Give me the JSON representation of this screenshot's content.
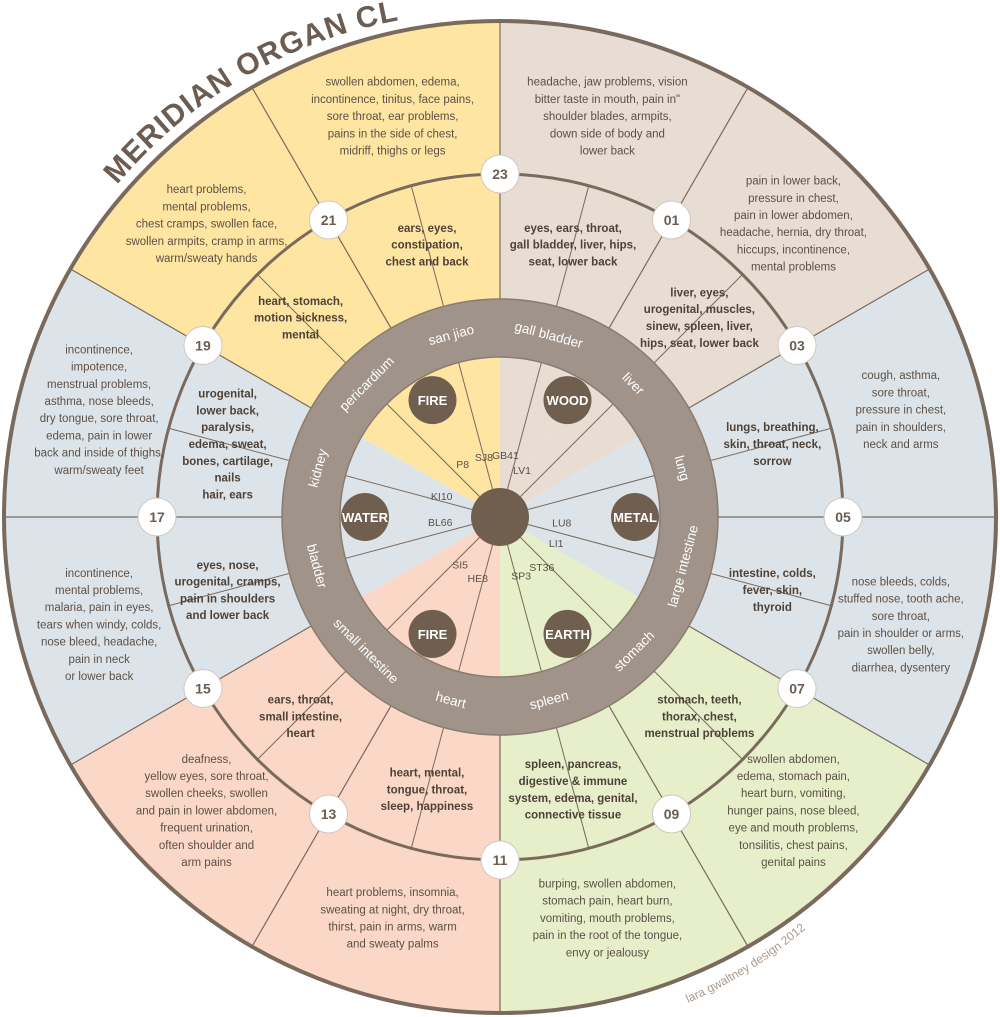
{
  "title": "MERIDIAN ORGAN CLOCK",
  "credit": "lara gwaltney design 2012",
  "colors": {
    "line": "#7a6a5d",
    "ring": "#a0948a",
    "dark": "#705e4f",
    "yellow": "#fee5a2",
    "tan": "#e7ddd2",
    "blue": "#dde4e9",
    "green": "#e6eeca",
    "peach": "#fad7c6"
  },
  "sectors": [
    {
      "id": "23-01",
      "color": "#e7ddd2",
      "num": "23",
      "outer": [
        "headache, jaw problems, vision",
        "bitter taste in mouth, pain in\"",
        "shoulder blades, armpits,",
        "down side of body and",
        "lower back"
      ],
      "inner": [
        "eyes, ears, throat,",
        "gall bladder, liver, hips,",
        "seat, lower back"
      ]
    },
    {
      "id": "01-03",
      "color": "#e7ddd2",
      "num": "01",
      "outer": [
        "pain in lower back,",
        "pressure in chest,",
        "pain in lower abdomen,",
        "headache, hernia, dry throat,",
        "hiccups, incontinence,",
        "mental problems"
      ],
      "inner": [
        "liver, eyes,",
        "urogenital, muscles,",
        "sinew, spleen, liver,",
        "hips, seat, lower back"
      ]
    },
    {
      "id": "03-05",
      "color": "#dde4e9",
      "num": "03",
      "outer": [
        "cough, asthma,",
        "sore throat,",
        "pressure in chest,",
        "pain in shoulders,",
        "neck and arms"
      ],
      "inner": [
        "lungs, breathing,",
        "skin, throat, neck,",
        "sorrow"
      ]
    },
    {
      "id": "05-07",
      "color": "#dde4e9",
      "num": "05",
      "outer": [
        "nose bleeds, colds,",
        "stuffed nose, tooth ache,",
        "sore throat,",
        "pain in shoulder or arms,",
        "swollen belly,",
        "diarrhea, dysentery"
      ],
      "inner": [
        "intestine, colds,",
        "fever, skin,",
        "thyroid"
      ]
    },
    {
      "id": "07-09",
      "color": "#e6eeca",
      "num": "07",
      "outer": [
        "swollen abdomen,",
        "edema, stomach pain,",
        "heart burn, vomiting,",
        "hunger pains, nose bleed,",
        "eye and mouth problems,",
        "tonsilitis, chest pains,",
        "genital pains"
      ],
      "inner": [
        "stomach, teeth,",
        "thorax, chest,",
        "menstrual problems"
      ]
    },
    {
      "id": "09-11",
      "color": "#e6eeca",
      "num": "09",
      "outer": [
        "burping, swollen abdomen,",
        "stomach pain, heart burn,",
        "vomiting, mouth problems,",
        "pain in the root of the tongue,",
        "envy or jealousy"
      ],
      "inner": [
        "spleen, pancreas,",
        "digestive & immune",
        "system, edema, genital,",
        "connective tissue"
      ]
    },
    {
      "id": "11-13",
      "color": "#fad7c6",
      "num": "11",
      "outer": [
        "heart problems, insomnia,",
        "sweating at night, dry throat,",
        "thirst, pain in arms, warm",
        "and sweaty palms"
      ],
      "inner": [
        "heart, mental,",
        "tongue, throat,",
        "sleep, happiness"
      ]
    },
    {
      "id": "13-15",
      "color": "#fad7c6",
      "num": "13",
      "outer": [
        "deafness,",
        "yellow eyes, sore throat,",
        "swollen cheeks, swollen",
        "and pain in lower abdomen,",
        "frequent urination,",
        "often shoulder and",
        "arm pains"
      ],
      "inner": [
        "ears, throat,",
        "small intestine,",
        "heart"
      ]
    },
    {
      "id": "15-17",
      "color": "#dde4e9",
      "num": "15",
      "outer": [
        "incontinence,",
        "mental problems,",
        "malaria, pain in eyes,",
        "tears when windy, colds,",
        "nose bleed, headache,",
        "pain in neck",
        "or lower back"
      ],
      "inner": [
        "eyes, nose,",
        "urogenital, cramps,",
        "pain in shoulders",
        "and lower back"
      ]
    },
    {
      "id": "17-19",
      "color": "#dde4e9",
      "num": "17",
      "outer": [
        "incontinence,",
        "impotence,",
        "menstrual problems,",
        "asthma, nose bleeds,",
        "dry tongue, sore throat,",
        "edema, pain in lower",
        "back and inside of thighs,",
        "warm/sweaty feet"
      ],
      "inner": [
        "urogenital,",
        "lower back,",
        "paralysis,",
        "edema, sweat,",
        "bones, cartilage,",
        "nails",
        "hair, ears"
      ]
    },
    {
      "id": "19-21",
      "color": "#fee5a2",
      "num": "19",
      "outer": [
        "heart problems,",
        "mental problems,",
        "chest cramps, swollen face,",
        "swollen armpits, cramp in arms,",
        "warm/sweaty hands"
      ],
      "inner": [
        "heart, stomach,",
        "motion sickness,",
        "mental"
      ]
    },
    {
      "id": "21-23",
      "color": "#fee5a2",
      "num": "21",
      "outer": [
        "swollen abdomen, edema,",
        "incontinence, tinitus, face pains,",
        "sore throat, ear problems,",
        "pains in the side of chest,",
        "midriff, thighs or legs"
      ],
      "inner": [
        "ears, eyes,",
        "constipation,",
        "chest and back"
      ]
    }
  ],
  "organs": [
    "gall bladder",
    "liver",
    "lung",
    "large intestine",
    "stomach",
    "spleen",
    "heart",
    "small intestine",
    "bladder",
    "kidney",
    "pericardium",
    "san jiao"
  ],
  "elements": [
    {
      "label": "WOOD",
      "pos": "upper-right"
    },
    {
      "label": "METAL",
      "pos": "right"
    },
    {
      "label": "EARTH",
      "pos": "lower-right"
    },
    {
      "label": "FIRE",
      "pos": "lower-left"
    },
    {
      "label": "WATER",
      "pos": "left"
    },
    {
      "label": "FIRE",
      "pos": "upper-left"
    }
  ],
  "codes": [
    "GB41",
    "LV1",
    "LU8",
    "LI1",
    "ST36",
    "SP3",
    "HE8",
    "SI5",
    "BL66",
    "KI10",
    "P8",
    "SJ8"
  ]
}
